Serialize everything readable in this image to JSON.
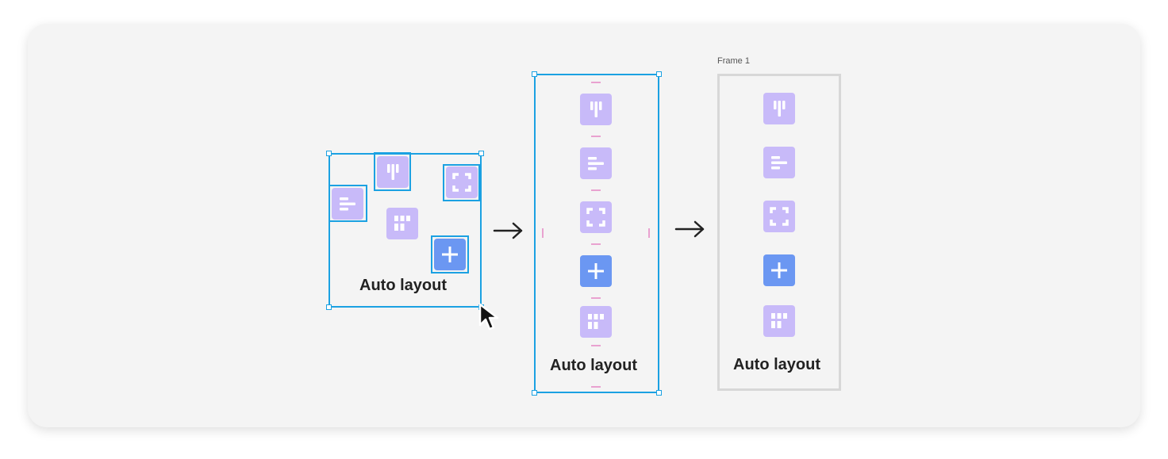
{
  "diagram": {
    "step1": {
      "label": "Auto layout"
    },
    "step2": {
      "label": "Auto layout"
    },
    "step3": {
      "frame_title": "Frame 1",
      "label": "Auto layout"
    }
  },
  "icons": {
    "columns": "bar-columns-icon",
    "align_left": "align-left-icon",
    "frame": "frame-corners-icon",
    "plus": "plus-icon",
    "grid": "grid-icon"
  },
  "colors": {
    "selection": "#1ba1e2",
    "tile_purple": "#c8baf9",
    "tile_blue": "#6b97f2",
    "spacing_marker": "#e9a2d0",
    "frame_border": "#d7d7d7"
  }
}
